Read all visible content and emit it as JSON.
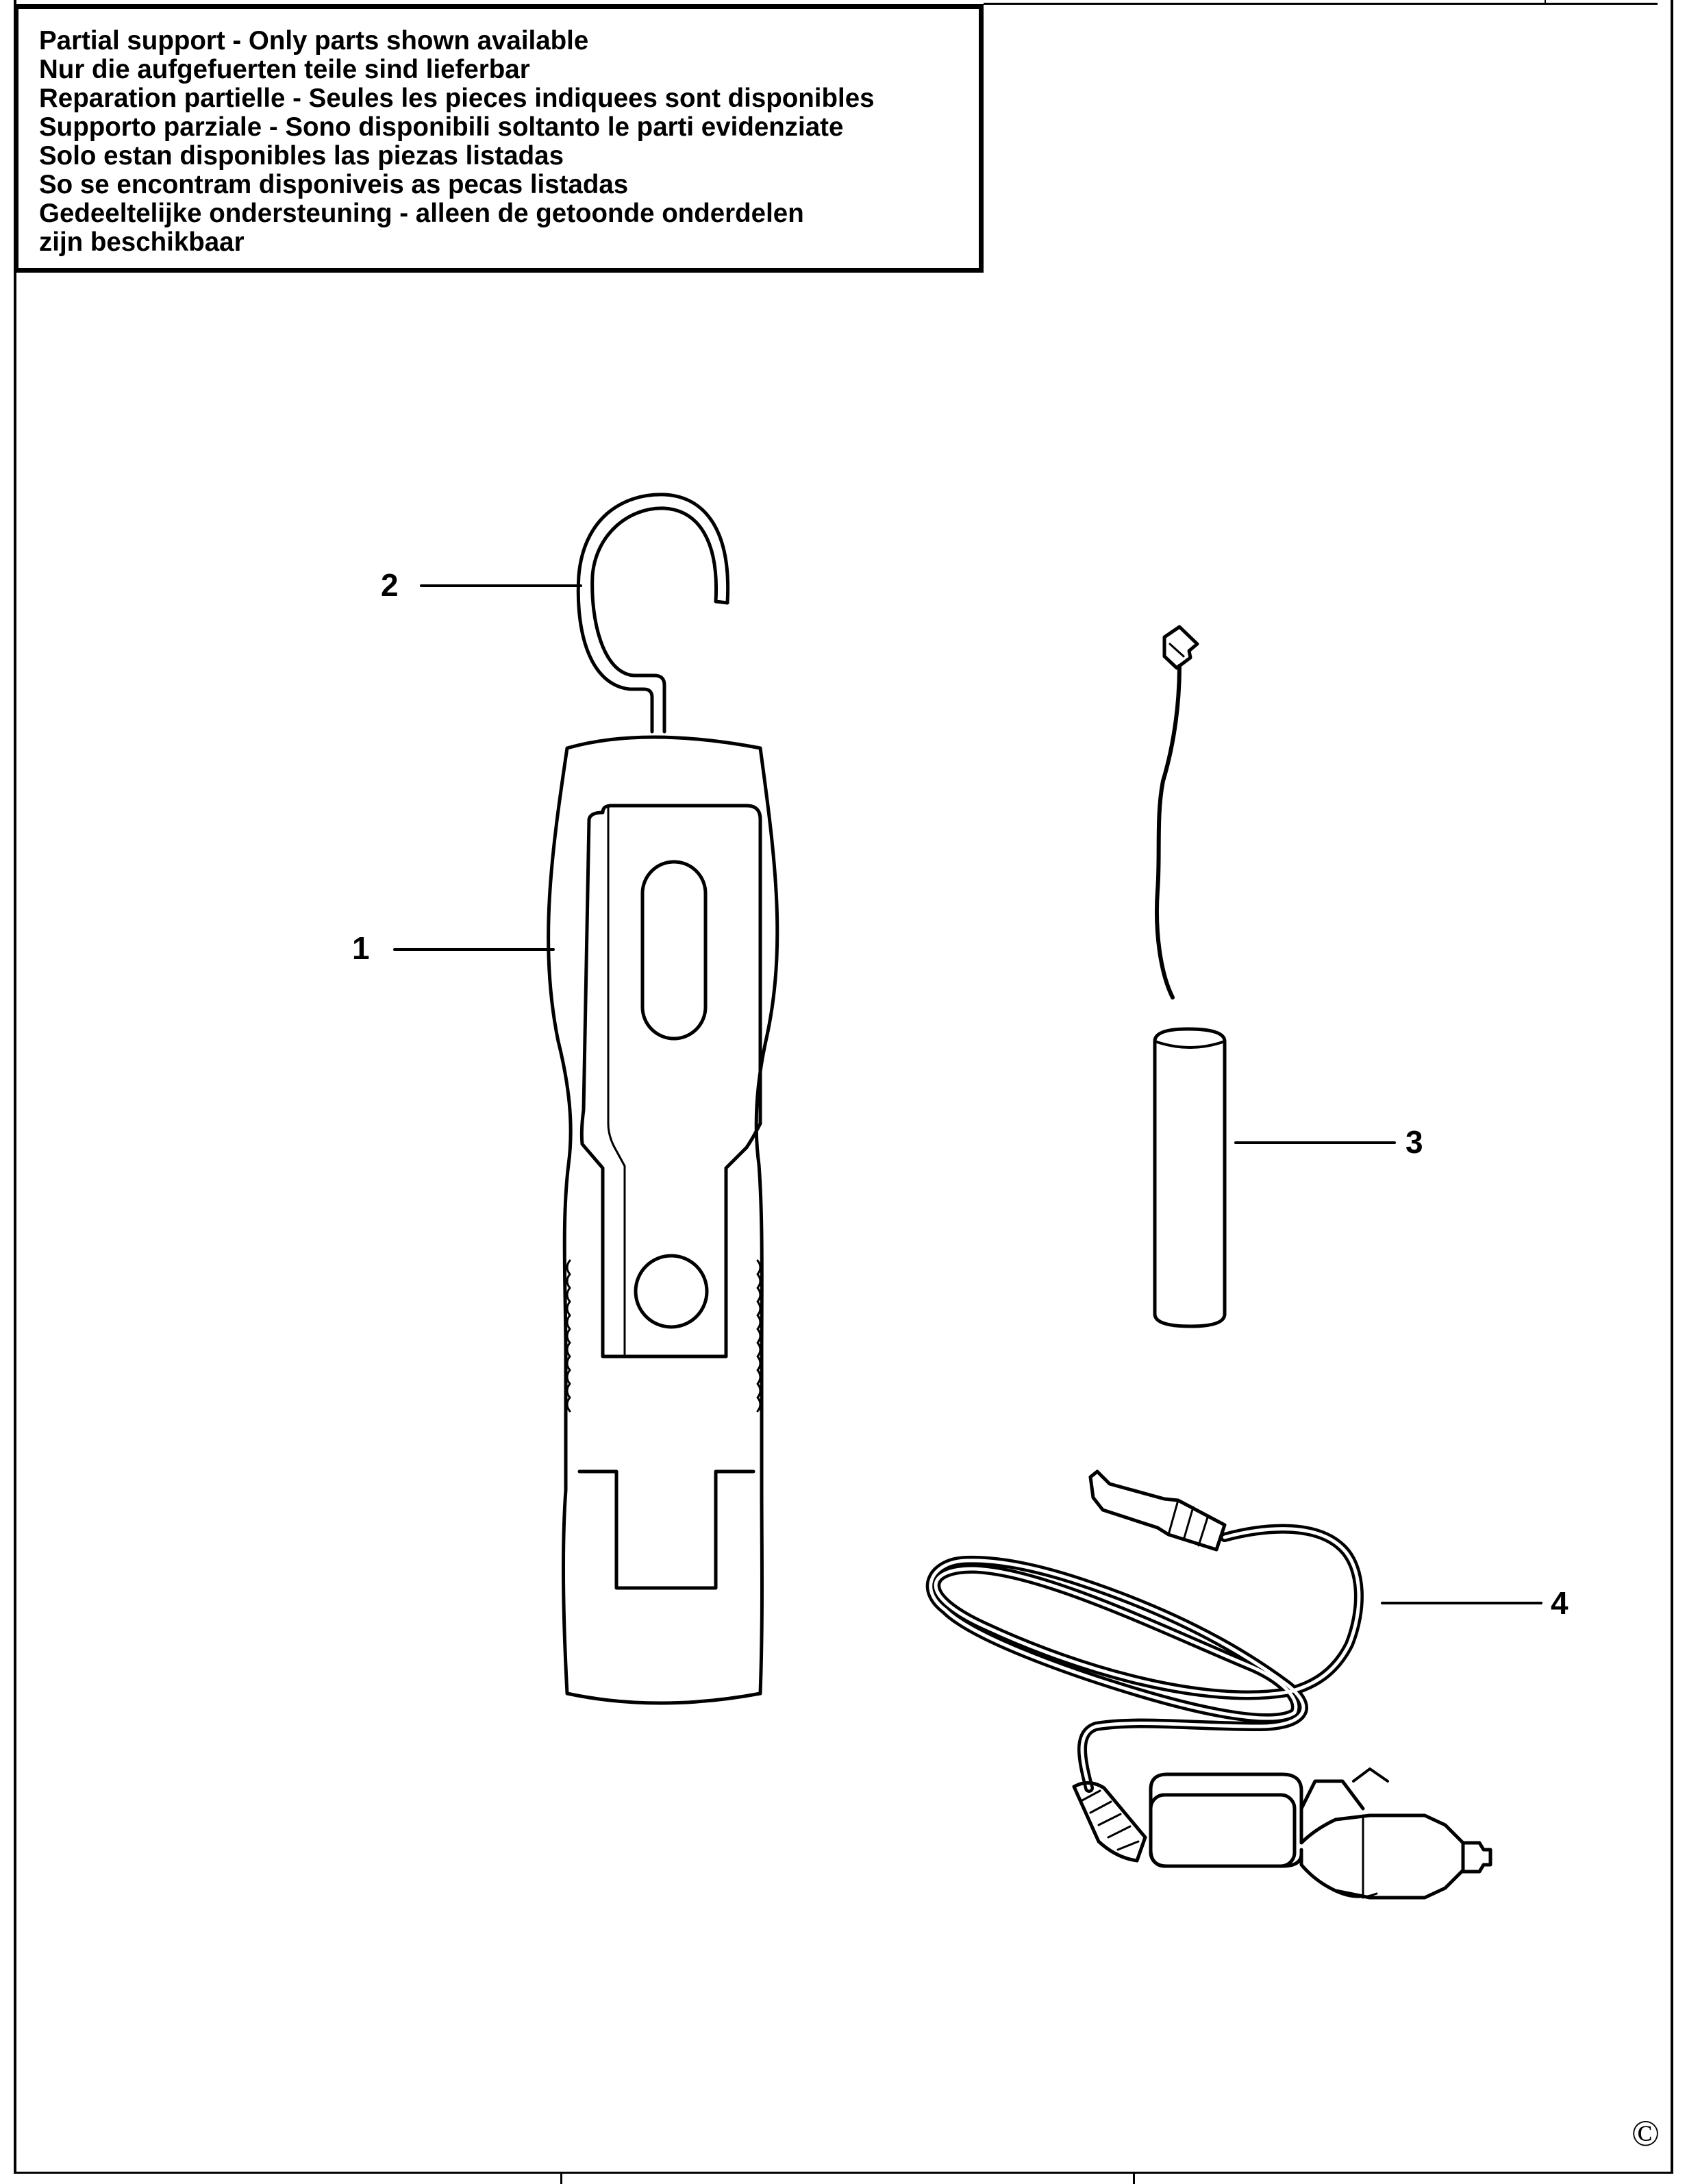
{
  "notice": {
    "lines": [
      "Partial support - Only parts shown available",
      "Nur die aufgefuerten teile sind lieferbar",
      "Reparation partielle - Seules les pieces indiquees sont disponibles",
      "Supporto parziale - Sono disponibili soltanto le parti evidenziate",
      "Solo estan disponibles las piezas listadas",
      "So se encontram disponiveis as pecas listadas",
      "Gedeeltelijke ondersteuning - alleen de getoonde onderdelen",
      "zijn beschikbaar"
    ]
  },
  "parts": [
    {
      "number": "1",
      "icon": "worklight-body-icon"
    },
    {
      "number": "2",
      "icon": "hanging-hook-icon"
    },
    {
      "number": "3",
      "icon": "battery-pack-icon"
    },
    {
      "number": "4",
      "icon": "car-charger-cord-icon"
    }
  ],
  "footer": {
    "copyright": "©"
  }
}
